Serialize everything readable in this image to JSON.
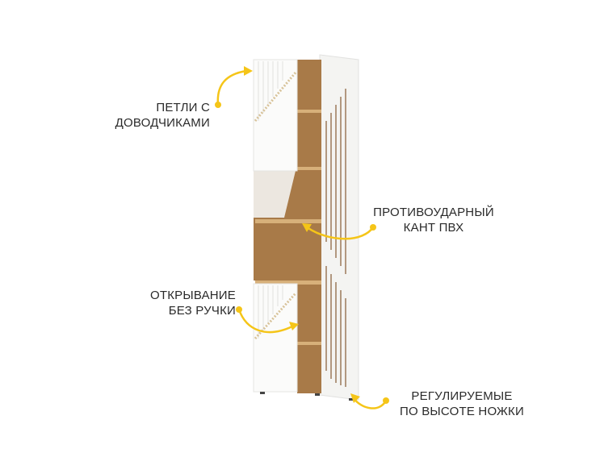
{
  "callouts": [
    {
      "id": "hinges",
      "lines": [
        "ПЕТЛИ С",
        "ДОВОДЧИКАМИ"
      ]
    },
    {
      "id": "edge",
      "lines": [
        "ПРОТИВОУДАРНЫЙ",
        "КАНТ ПВХ"
      ]
    },
    {
      "id": "handleless",
      "lines": [
        "ОТКРЫВАНИЕ",
        "БЕЗ РУЧКИ"
      ]
    },
    {
      "id": "legs",
      "lines": [
        "РЕГУЛИРУЕМЫЕ",
        "ПО ВЫСОТЕ НОЖКИ"
      ]
    }
  ],
  "colors": {
    "accent": "#f5c518",
    "wood": "#a87a48",
    "white": "#f7f7f5",
    "text": "#2a2a2a"
  }
}
